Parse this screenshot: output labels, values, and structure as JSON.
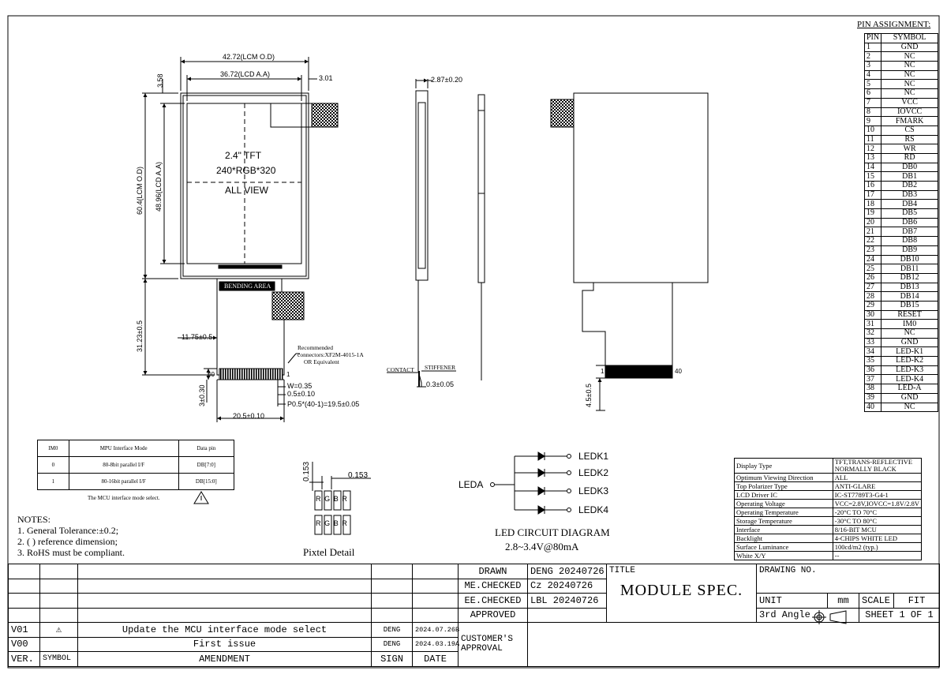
{
  "pin_assignment": {
    "title": "PIN ASSIGNMENT:",
    "col_pin": "PIN",
    "col_symbol": "SYMBOL",
    "pins": [
      [
        "1",
        "GND"
      ],
      [
        "2",
        "NC"
      ],
      [
        "3",
        "NC"
      ],
      [
        "4",
        "NC"
      ],
      [
        "5",
        "NC"
      ],
      [
        "6",
        "NC"
      ],
      [
        "7",
        "VCC"
      ],
      [
        "8",
        "IOVCC"
      ],
      [
        "9",
        "FMARK"
      ],
      [
        "10",
        "CS"
      ],
      [
        "11",
        "RS"
      ],
      [
        "12",
        "WR"
      ],
      [
        "13",
        "RD"
      ],
      [
        "14",
        "DB0"
      ],
      [
        "15",
        "DB1"
      ],
      [
        "16",
        "DB2"
      ],
      [
        "17",
        "DB3"
      ],
      [
        "18",
        "DB4"
      ],
      [
        "19",
        "DB5"
      ],
      [
        "20",
        "DB6"
      ],
      [
        "21",
        "DB7"
      ],
      [
        "22",
        "DB8"
      ],
      [
        "23",
        "DB9"
      ],
      [
        "24",
        "DB10"
      ],
      [
        "25",
        "DB11"
      ],
      [
        "26",
        "DB12"
      ],
      [
        "27",
        "DB13"
      ],
      [
        "28",
        "DB14"
      ],
      [
        "29",
        "DB15"
      ],
      [
        "30",
        "RESET"
      ],
      [
        "31",
        "IM0"
      ],
      [
        "32",
        "NC"
      ],
      [
        "33",
        "GND"
      ],
      [
        "34",
        "LED-K1"
      ],
      [
        "35",
        "LED-K2"
      ],
      [
        "36",
        "LED-K3"
      ],
      [
        "37",
        "LED-K4"
      ],
      [
        "38",
        "LED-A"
      ],
      [
        "39",
        "GND"
      ],
      [
        "40",
        "NC"
      ]
    ]
  },
  "front_view": {
    "dim_lcm_width": "42.72(LCM O.D)",
    "dim_lcd_aa_width": "36.72(LCD A.A)",
    "dim_right_offset": "3.01",
    "dim_top_offset": "3.58",
    "dim_lcm_height": "60.4(LCM O.D)",
    "dim_lcd_aa_height": "48.96(LCD A.A)",
    "dim_fpc_length": "31.23±0.5",
    "dim_fpc_offset": "11.75±0.5",
    "panel_line1": "2.4\" TFT",
    "panel_line2": "240*RGB*320",
    "panel_line3": "ALL VIEW",
    "bending_area": "BENDING AREA",
    "connector_note1": "Recommended",
    "connector_note2": "connectors:XF2M-4015-1A",
    "connector_note3": "OR Equivalent",
    "pin40": "40",
    "pin1": "1",
    "dim_w": "W=0.35",
    "dim_gap": "0.5±0.10",
    "dim_pitch": "P0.5*(40-1)=19.5±0.05",
    "dim_bottom": "20.5±0.10",
    "dim_contact_height": "3±0.30"
  },
  "side_view": {
    "dim_thickness": "2.87±0.20",
    "contact": "CONTACT",
    "stiffener": "STIFFENER",
    "dim_stiffener": "0.3±0.05"
  },
  "back_view": {
    "pin1": "1",
    "pin40": "40",
    "dim_bottom": "4.5±0.5"
  },
  "mpu_table": {
    "headers": [
      "IM0",
      "MPU Interface Mode",
      "Data pin"
    ],
    "rows": [
      [
        "0",
        "80-8bit parallel I/F",
        "DB[7:0]"
      ],
      [
        "1",
        "80-16bit parallel I/F",
        "DB[15:0]"
      ]
    ],
    "note": "The MCU interface mode select."
  },
  "pixel_detail": {
    "dim_v": "0.153",
    "dim_h": "0.153",
    "caption": "Pixtel Detail",
    "cells": [
      "R",
      "G",
      "B",
      "R"
    ]
  },
  "led_circuit": {
    "anode": "LEDA",
    "cathodes": [
      "LEDK1",
      "LEDK2",
      "LEDK3",
      "LEDK4"
    ],
    "title": "LED CIRCUIT DIAGRAM",
    "subtitle": "2.8~3.4V@80mA"
  },
  "notes": {
    "title": "NOTES:",
    "items": [
      "1. General Tolerance:±0.2;",
      "2. ( ) reference dimension;",
      "3. RoHS must be compliant."
    ]
  },
  "specs": [
    [
      "Display Type",
      "TFT,TRANS-REFLECTIVE\nNORMALLY BLACK"
    ],
    [
      "Optimum Viewing Direction",
      "ALL"
    ],
    [
      "Top Polarizer Type",
      "ANTI-GLARE"
    ],
    [
      "LCD Driver IC",
      "IC-ST7789T3-G4-1"
    ],
    [
      "Operating Voltage",
      "VCC=2.8V,IOVCC=1.8V/2.8V"
    ],
    [
      "Operating Temperature",
      "-20°C TO 70°C"
    ],
    [
      "Storage Temperature",
      "-30°C TO 80°C"
    ],
    [
      "Interface",
      "8/16-BIT MCU"
    ],
    [
      "Backlight",
      "4-CHIPS WHITE LED"
    ],
    [
      "Surface Luminance",
      "100cd/m2 (typ.)"
    ],
    [
      "White X/Y",
      "--"
    ]
  ],
  "title_block": {
    "drawn_label": "DRAWN",
    "drawn_value": "DENG 20240726",
    "me_label": "ME.CHECKED",
    "me_value": "Cz 20240726",
    "ee_label": "EE.CHECKED",
    "ee_value": "LBL 20240726",
    "approved_label": "APPROVED",
    "customer_approval": "CUSTOMER'S\nAPPROVAL",
    "title_label": "TITLE",
    "title_value": "MODULE SPEC.",
    "drawing_no_label": "DRAWING NO.",
    "unit_label": "UNIT",
    "unit_value": "mm",
    "scale_label": "SCALE",
    "scale_value": "FIT",
    "angle_label": "3rd Angle",
    "sheet": "SHEET 1 OF 1",
    "revisions": [
      {
        "ver": "V01",
        "symbol": "⚠",
        "amendment": "Update the MCU interface mode select",
        "sign": "DENG",
        "date": "2024.07.26B"
      },
      {
        "ver": "V00",
        "symbol": "",
        "amendment": "First issue",
        "sign": "DENG",
        "date": "2024.03.19A"
      }
    ],
    "header_ver": "VER.",
    "header_symbol": "SYMBOL",
    "header_amendment": "AMENDMENT",
    "header_sign": "SIGN",
    "header_date": "DATE"
  }
}
